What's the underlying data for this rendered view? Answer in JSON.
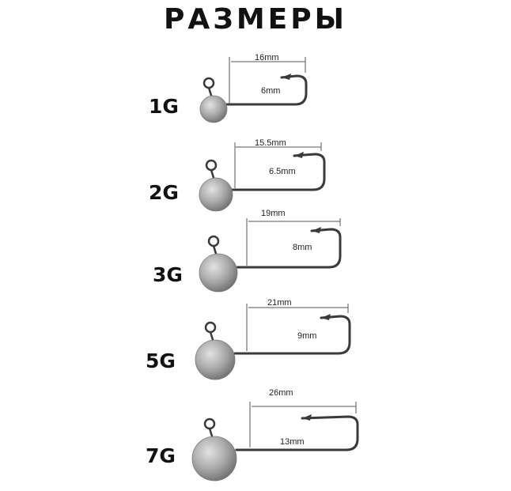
{
  "title": "РАЗМЕРЫ",
  "colors": {
    "wire": "#3a3a3c",
    "lead": "#9a9a9a",
    "line": "#555555",
    "text": "#111111"
  },
  "items": [
    {
      "weight": "1G",
      "length": "16mm",
      "gap": "6mm"
    },
    {
      "weight": "2G",
      "length": "15.5mm",
      "gap": "6.5mm"
    },
    {
      "weight": "3G",
      "length": "19mm",
      "gap": "8mm"
    },
    {
      "weight": "5G",
      "length": "21mm",
      "gap": "9mm"
    },
    {
      "weight": "7G",
      "length": "26mm",
      "gap": "13mm"
    }
  ]
}
